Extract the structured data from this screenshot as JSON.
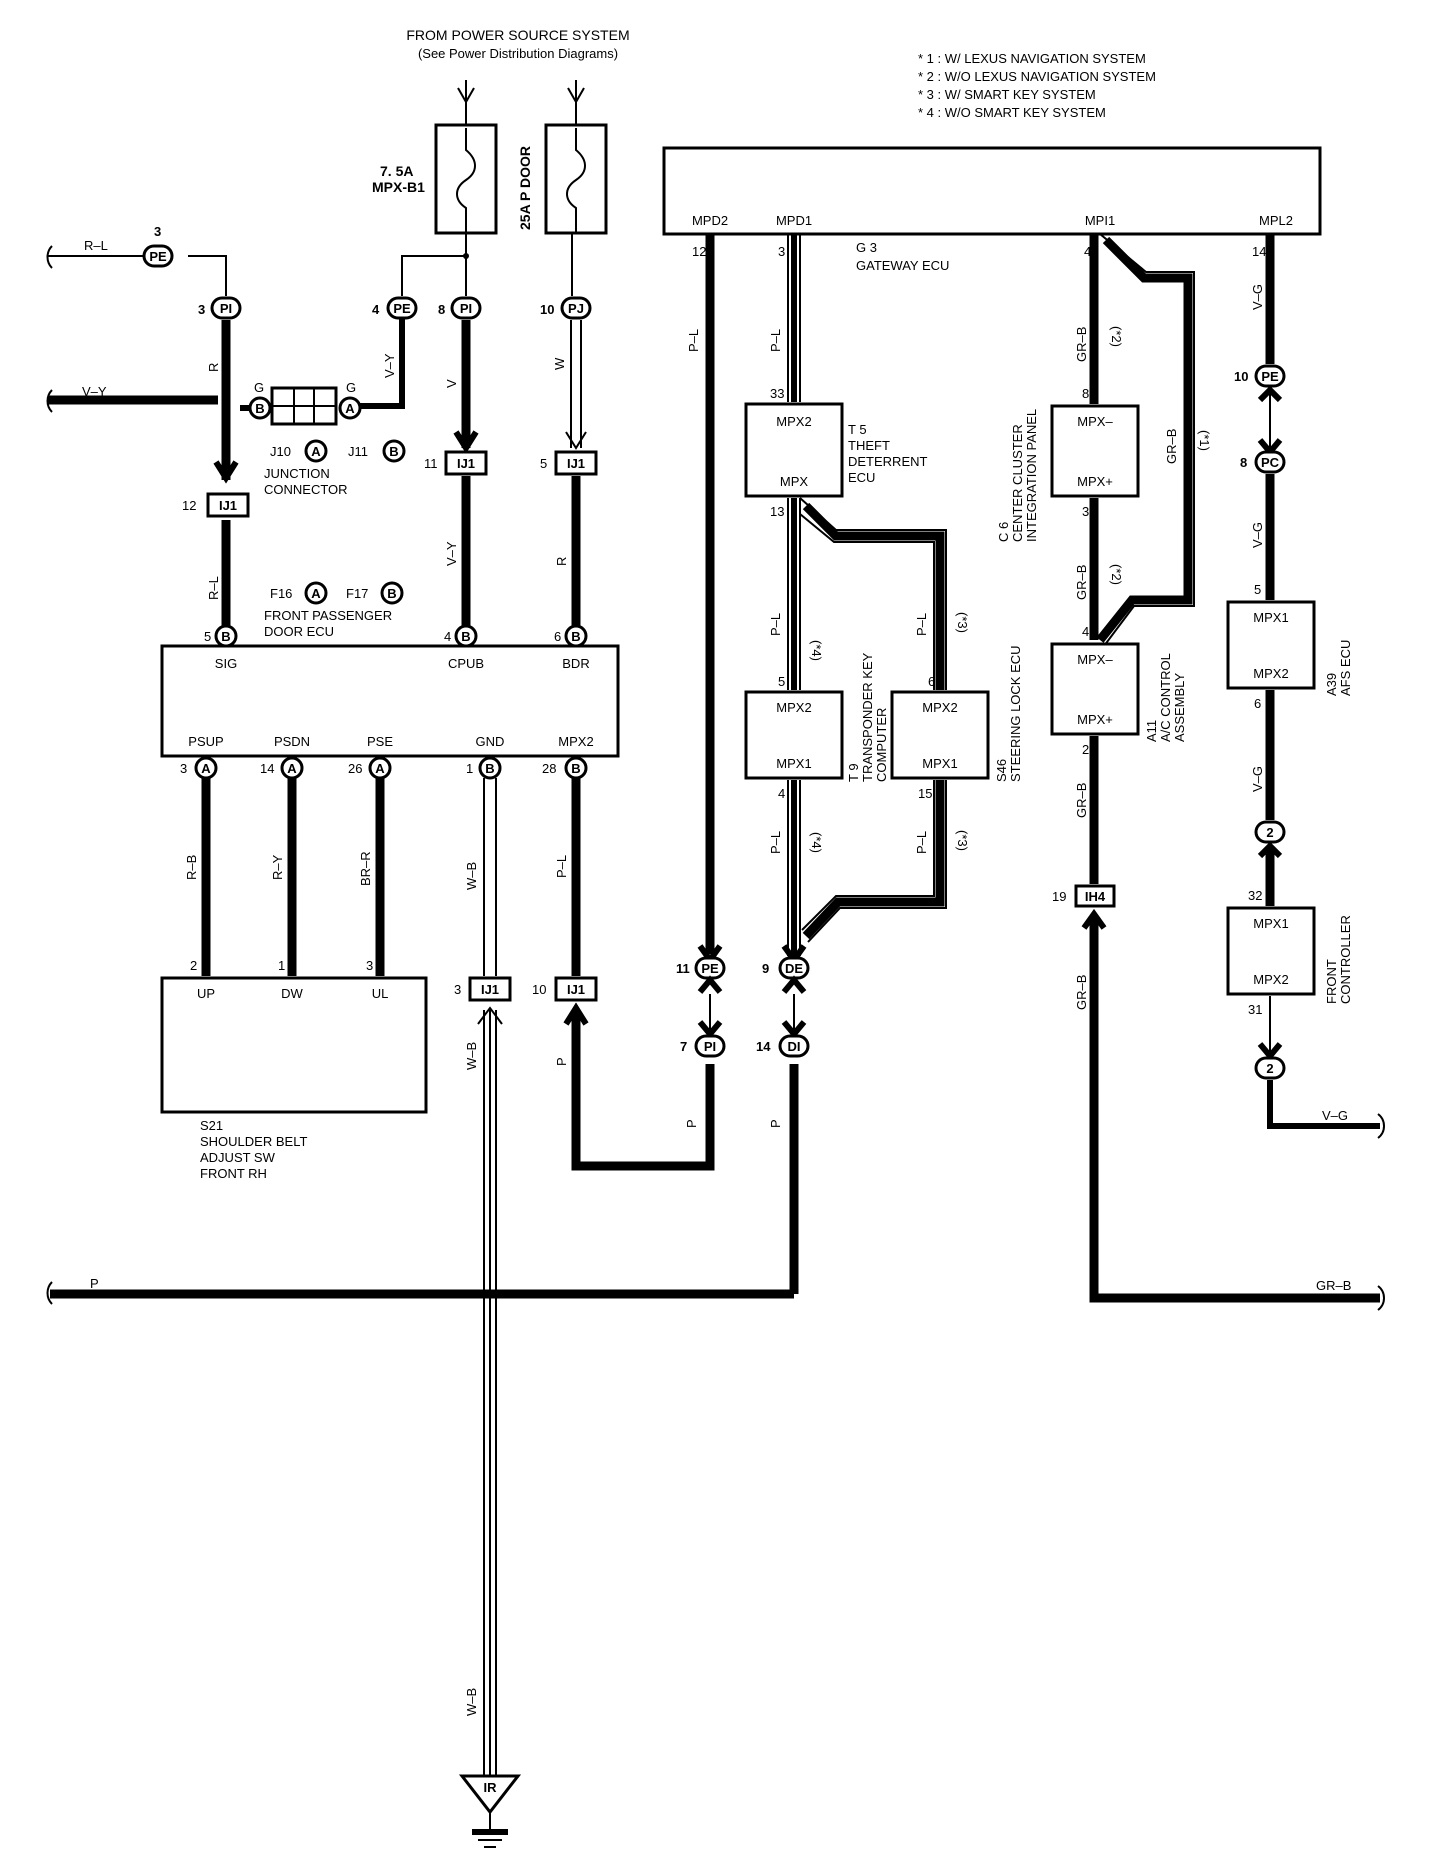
{
  "header": {
    "power_source_1": "FROM POWER SOURCE SYSTEM",
    "power_source_2": "(See Power Distribution Diagrams)"
  },
  "notes": [
    "* 1 : W/ LEXUS NAVIGATION SYSTEM",
    "* 2 : W/O LEXUS NAVIGATION SYSTEM",
    "* 3 : W/ SMART KEY SYSTEM",
    "* 4 : W/O SMART KEY SYSTEM"
  ],
  "fuses": {
    "f1_line1": "7. 5A",
    "f1_line2": "MPX-B1",
    "f2": "25A P DOOR"
  },
  "gateway": {
    "code": "G 3",
    "name": "GATEWAY ECU",
    "terms": {
      "mpd2": "MPD2",
      "mpd1": "MPD1",
      "mpi1": "MPI1",
      "mpl2": "MPL2"
    },
    "pins": {
      "mpd2": "12",
      "mpd1": "3",
      "mpi1": "4",
      "mpl2": "14"
    }
  },
  "door_ecu": {
    "code1": "F16",
    "code2": "F17",
    "name1": "FRONT PASSENGER",
    "name2": "DOOR ECU",
    "terms": {
      "sig": "SIG",
      "cpub": "CPUB",
      "bdr": "BDR",
      "psup": "PSUP",
      "psdn": "PSDN",
      "pse": "PSE",
      "gnd": "GND",
      "mpx2": "MPX2"
    },
    "pins": {
      "sig": "5",
      "cpub": "4",
      "bdr": "6",
      "psup": "3",
      "psdn": "14",
      "pse": "26",
      "gnd": "1",
      "mpx2": "28"
    }
  },
  "junction": {
    "code1": "J10",
    "code2": "J11",
    "name1": "JUNCTION",
    "name2": "CONNECTOR"
  },
  "switch": {
    "code": "S21",
    "name1": "SHOULDER BELT",
    "name2": "ADJUST SW",
    "name3": "FRONT RH",
    "terms": {
      "up": "UP",
      "dw": "DW",
      "ul": "UL"
    },
    "pins": {
      "up": "2",
      "dw": "1",
      "ul": "3"
    }
  },
  "theft": {
    "code": "T 5",
    "name1": "THEFT",
    "name2": "DETERRENT",
    "name3": "ECU",
    "t1": "MPX2",
    "t2": "MPX",
    "p1": "33",
    "p2": "13"
  },
  "transponder": {
    "code": "T 9",
    "name1": "TRANSPONDER KEY",
    "name2": "COMPUTER",
    "t1": "MPX2",
    "t2": "MPX1",
    "p1": "5",
    "p2": "4"
  },
  "steering": {
    "code": "S46",
    "name": "STEERING LOCK ECU",
    "t1": "MPX2",
    "t2": "MPX1",
    "p1": "6",
    "p2": "15"
  },
  "cluster": {
    "code": "C 6",
    "name1": "CENTER CLUSTER",
    "name2": "INTEGRATION PANEL",
    "t1": "MPX–",
    "t2": "MPX+",
    "p1": "8",
    "p2": "3"
  },
  "ac": {
    "code": "A11",
    "name1": "A/C CONTROL",
    "name2": "ASSEMBLY",
    "t1": "MPX–",
    "t2": "MPX+",
    "p1": "4",
    "p2": "2"
  },
  "afs": {
    "code": "A39",
    "name": "AFS ECU",
    "t1": "MPX1",
    "t2": "MPX2",
    "p1": "5",
    "p2": "6"
  },
  "front_ctrl": {
    "name1": "FRONT",
    "name2": "CONTROLLER",
    "t1": "MPX1",
    "t2": "MPX2",
    "p1": "32",
    "p2": "31"
  },
  "connectors": {
    "pe": "PE",
    "pi": "PI",
    "pj": "PJ",
    "pc": "PC",
    "de": "DE",
    "di": "DI",
    "ij1": "IJ1",
    "ih4": "IH4",
    "ir": "IR",
    "two": "2",
    "a": "A",
    "b": "B",
    "g": "G"
  },
  "pins": {
    "pe_top": "3",
    "pi_left": "3",
    "pe_mid": "4",
    "pi_mid": "8",
    "pj": "10",
    "ij1_left": "12",
    "ij1_cpub": "11",
    "ij1_bdr": "5",
    "ij1_gnd": "3",
    "ij1_mpx2": "10",
    "pe_r": "11",
    "pi_r": "7",
    "de": "9",
    "di": "14",
    "ih4": "19",
    "pe_afs": "10",
    "pc_afs": "8"
  },
  "wires": {
    "rl": "R–L",
    "vy": "V–Y",
    "r": "R",
    "v": "V",
    "w": "W",
    "rb": "R–B",
    "ry": "R–Y",
    "brr": "BR–R",
    "wb": "W–B",
    "pl": "P–L",
    "p": "P",
    "grb": "GR–B",
    "vg": "V–G"
  },
  "marks": {
    "s1": "(*1)",
    "s2": "(*2)",
    "s3": "(*3)",
    "s4": "(*4)"
  }
}
